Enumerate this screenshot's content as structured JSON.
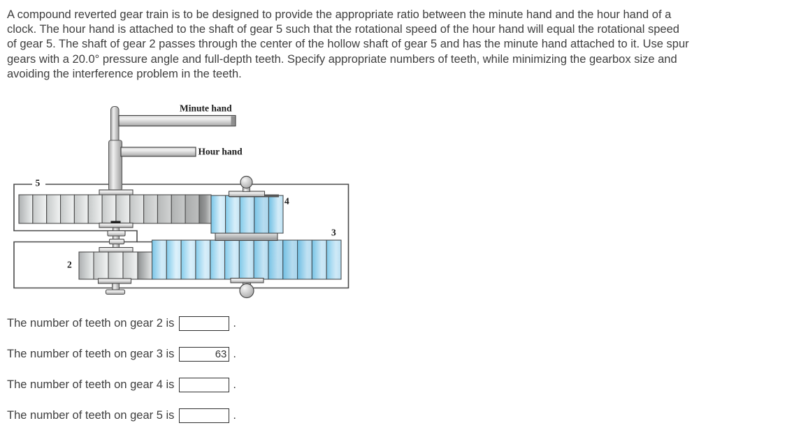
{
  "problem": {
    "lines": [
      "A compound reverted gear train is to be designed to provide the appropriate ratio between the minute hand and the hour hand of a",
      "clock. The hour hand is attached to the shaft of gear 5 such that the rotational speed of the hour hand will equal the rotational speed",
      "of gear 5. The shaft of gear 2 passes through the center of the hollow shaft of gear 5 and has the minute hand attached to it. Use spur",
      "gears with a 20.0° pressure angle and full-depth teeth. Specify appropriate numbers of teeth, while minimizing the gearbox size and",
      "avoiding the interference problem in the teeth."
    ]
  },
  "diagram": {
    "labels": {
      "minute_hand": "Minute hand",
      "hour_hand": "Hour hand",
      "gear2": "2",
      "gear3": "3",
      "gear4": "4",
      "gear5": "5"
    },
    "colors": {
      "gear_gray": "#e2e4e4",
      "gear_blue": "#9bd5f1",
      "outline": "#4a4a4a",
      "metal": "#c4c4c4"
    },
    "gears": [
      {
        "id": "gear5",
        "label": "5",
        "color": "gray",
        "segments": 13
      },
      {
        "id": "gear4",
        "label": "4",
        "color": "blue",
        "segments": 5
      },
      {
        "id": "gear3",
        "label": "3",
        "color": "blue",
        "segments": 13
      },
      {
        "id": "gear2",
        "label": "2",
        "color": "gray",
        "segments": 4
      }
    ]
  },
  "questions": {
    "items": [
      {
        "label": "The number of teeth on gear 2 is",
        "value": "",
        "suffix": "."
      },
      {
        "label": "The number of teeth on gear 3 is",
        "value": "63",
        "suffix": "."
      },
      {
        "label": "The number of teeth on gear 4 is",
        "value": "",
        "suffix": "."
      },
      {
        "label": "The number of teeth on gear 5 is",
        "value": "",
        "suffix": "."
      }
    ]
  }
}
